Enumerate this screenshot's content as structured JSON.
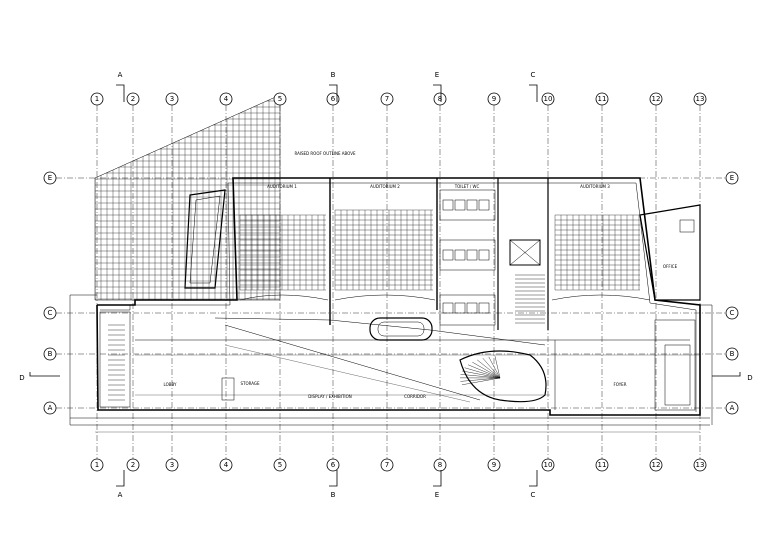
{
  "drawing": {
    "grid_columns": [
      "1",
      "2",
      "3",
      "4",
      "5",
      "6",
      "7",
      "8",
      "9",
      "10",
      "11",
      "12",
      "13"
    ],
    "grid_rows": [
      "E",
      "C",
      "B",
      "A"
    ],
    "sections_top": [
      "A",
      "B",
      "E",
      "C"
    ],
    "sections_bottom": [
      "A",
      "B",
      "E",
      "C"
    ],
    "section_side": [
      "D",
      "D"
    ],
    "rooms": [
      {
        "key": "aud1",
        "label": "AUDITORIUM 1"
      },
      {
        "key": "aud2",
        "label": "AUDITORIUM 2"
      },
      {
        "key": "aud3",
        "label": "AUDITORIUM 3"
      },
      {
        "key": "lobby",
        "label": "LOBBY"
      },
      {
        "key": "foyer",
        "label": "FOYER"
      },
      {
        "key": "display",
        "label": "DISPLAY / EXHIBITION"
      },
      {
        "key": "office",
        "label": "OFFICE"
      },
      {
        "key": "storage",
        "label": "STORAGE"
      },
      {
        "key": "corridor",
        "label": "CORRIDOR"
      },
      {
        "key": "toilet",
        "label": "TOILET / WC"
      }
    ],
    "top_note": "RAISED ROOF OUTLINE ABOVE"
  }
}
